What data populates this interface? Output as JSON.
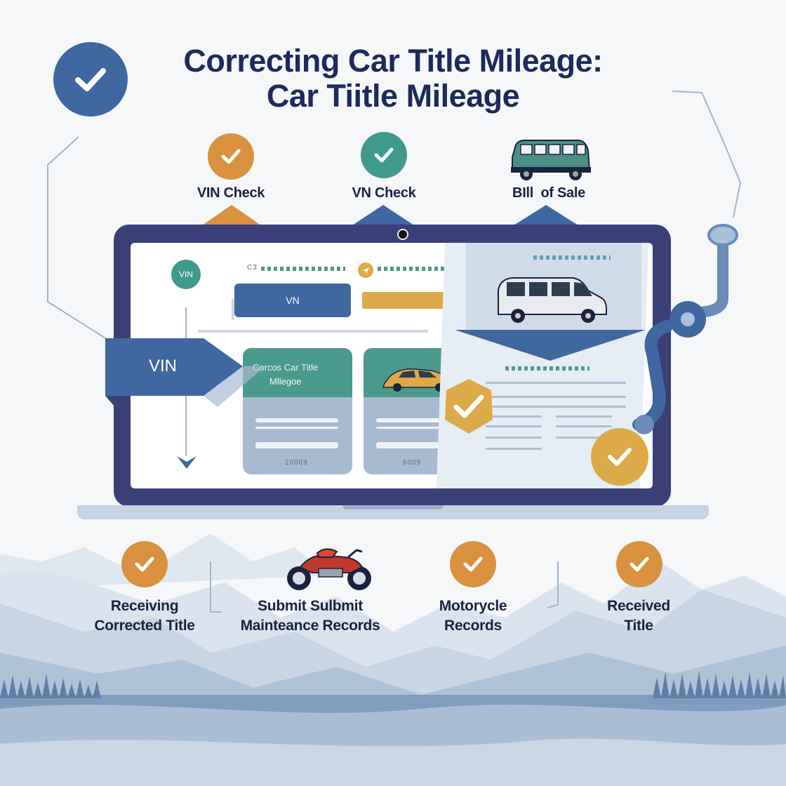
{
  "header": {
    "title_line1": "Correcting Car Title Mileage:",
    "title_line2": "Car Tiitle Mileage"
  },
  "top_steps": [
    {
      "label": "VIN Check",
      "icon": "check-icon",
      "color": "#d9913f"
    },
    {
      "label": "VN Check",
      "icon": "check-icon",
      "color": "#3f9a8c"
    },
    {
      "label": "BIll  of Sale",
      "icon": "van-icon",
      "color": "#4a8f84"
    }
  ],
  "screen": {
    "vin_circle": "VIN",
    "vin_pill": "VN",
    "vin_banner": "VIN",
    "card1_title_line1": "Corcos Car Title",
    "card1_title_line2": "Mllegoe",
    "card1_number": "10009",
    "card2_number": "6009",
    "small_label": "C3"
  },
  "bottom_steps": [
    {
      "line1": "Receiving",
      "line2": "Corrected Title",
      "icon": "check-icon",
      "color": "#d9913f"
    },
    {
      "line1": "Submit Sulbmit",
      "line2": "Mainteance Records",
      "icon": "motorcycle-icon",
      "color": "#c0392b"
    },
    {
      "line1": "Motorycle",
      "line2": "Records",
      "icon": "check-icon",
      "color": "#d9913f"
    },
    {
      "line1": "Received",
      "line2": "Title",
      "icon": "check-icon",
      "color": "#d9913f"
    }
  ],
  "colors": {
    "navy": "#1d2a5b",
    "main_check": "#3f67a0",
    "orange": "#d9913f",
    "teal": "#3f9a8c",
    "gold": "#dcaa48",
    "laptop": "#3b3f78"
  }
}
